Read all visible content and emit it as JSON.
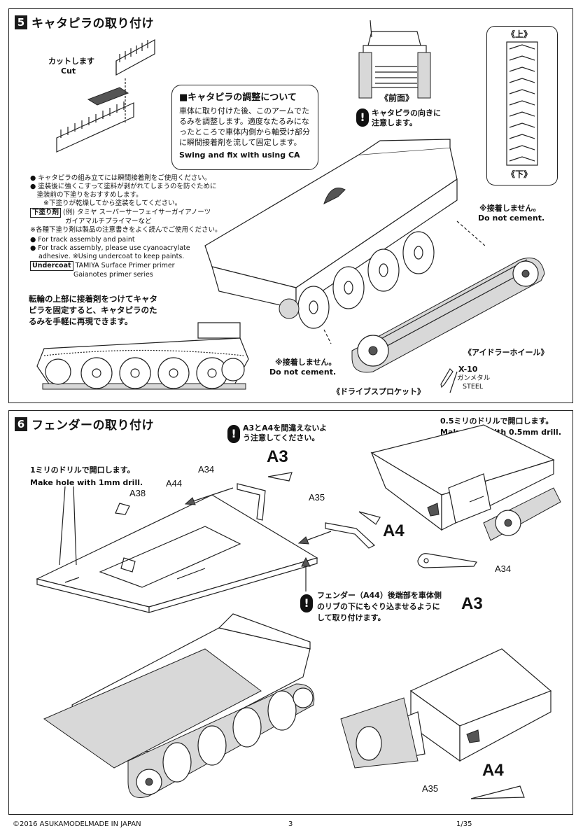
{
  "step5": {
    "number": "5",
    "title": "キャタピラの取り付け",
    "cut_label_jp": "カットします",
    "cut_label_en": "Cut",
    "bullets_jp": [
      "● キャタピラの組み立てには瞬間接着剤をご使用ください。",
      "● 塗装後に強くこすって塗料が剥がれてしまうのを防ぐために",
      "　塗装前の下塗りをおすすめします。",
      "　　※下塗りが乾燥してから塗装をしてください。"
    ],
    "primer_tag_jp": "下塗り剤",
    "primer_line1_jp": "(例) タミヤ スーパーサーフェイサーガイアノーツ",
    "primer_line2_jp": "ガイアマルチプライマーなど",
    "primer_note_jp": "※各種下塗り剤は製品の注意書きをよく読んでご使用ください。",
    "bullets_en": [
      "● For track assembly and paint",
      "● For track assembly, please use cyanoacrylate",
      "adhesive. ※Using undercoat to keep paints."
    ],
    "undercoat_tag": "Undercoat",
    "undercoat_line1": "TAMIYA Surface Primer primer",
    "undercoat_line2": "Gaianotes primer series",
    "sag_note_jp": [
      "転輪の上部に接着剤をつけてキャタ",
      "ピラを固定すると、キャタピラのた",
      "るみを手軽に再現できます。"
    ],
    "callout": {
      "head": "■キャタピラの調整について",
      "body": "車体に取り付けた後、このアームでたるみを調整します。適度なたるみになったところで車体内側から軸受け部分に瞬間接着剤を流して固定します。",
      "en": "Swing and fix with using CA"
    },
    "front_label": "《前面》",
    "direction_note": [
      "キャタピラの向きに",
      "注意します。"
    ],
    "track_top": "《上》",
    "track_bottom": "《下》",
    "no_cement_jp_1": "※接着しません。",
    "no_cement_en_1": "Do not cement.",
    "no_cement_jp_2": "※接着しません。",
    "no_cement_en_2": "Do not cement.",
    "idler_label": "《アイドラーホイール》",
    "sprocket_label": "《ドライブスプロケット》",
    "paint_code": "X-10",
    "paint_name_jp": "ガンメタル",
    "paint_name_en": "STEEL"
  },
  "step6": {
    "number": "6",
    "title": "フェンダーの取り付け",
    "drill1_jp": "1ミリのドリルで開口します。",
    "drill1_en": "Make hole with 1mm drill.",
    "drill05_jp": "0.5ミリのドリルで開口します。",
    "drill05_en": "Make hole with 0.5mm drill.",
    "a3a4_note": [
      "A3とA4を間違えないよ",
      "う注意してください。"
    ],
    "fender_note": [
      "フェンダー（A44）後端部を車体側",
      "のリブの下にもぐり込ませるように",
      "して取り付けます。"
    ],
    "parts": {
      "A3": "A3",
      "A4": "A4",
      "A34": "A34",
      "A35": "A35",
      "A38": "A38",
      "A44": "A44"
    }
  },
  "footer": {
    "copyright": "©2016 ASUKAMODEL",
    "made_in": "MADE IN JAPAN",
    "page": "3",
    "scale": "1/35"
  }
}
